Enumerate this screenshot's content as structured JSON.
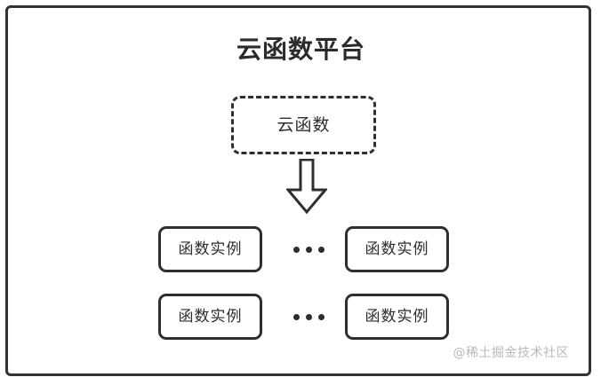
{
  "diagram": {
    "platform": {
      "title": "云函数平台",
      "border_color": "#333333",
      "background": "#ffffff"
    },
    "cloud_function": {
      "label": "云函数",
      "border_style": "dashed",
      "border_color": "#2f2f2f"
    },
    "arrow": {
      "direction": "down",
      "style": "hollow-block",
      "stroke_color": "#2f2f2f",
      "fill_color": "#ffffff"
    },
    "instance_rows": [
      {
        "left_instance": "函数实例",
        "ellipsis": "•••",
        "right_instance": "函数实例"
      },
      {
        "left_instance": "函数实例",
        "ellipsis": "•••",
        "right_instance": "函数实例"
      }
    ],
    "watermark": "@稀土掘金技术社区",
    "watermark_color": "#b9b9b9"
  }
}
